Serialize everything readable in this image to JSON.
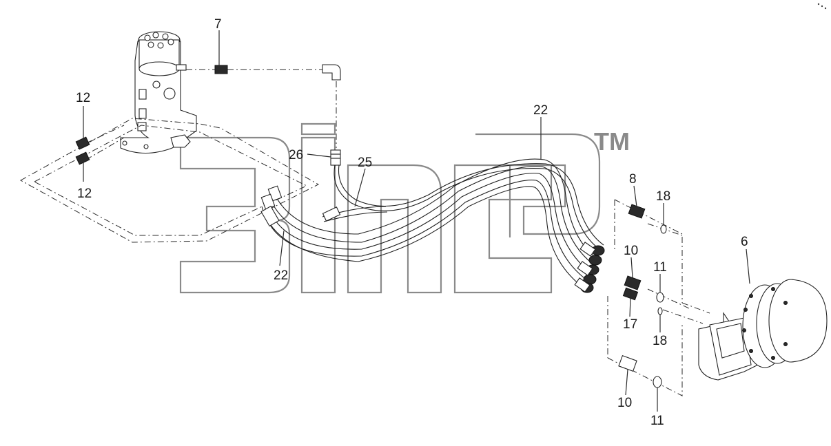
{
  "watermark": {
    "text": "3ifrp",
    "trademark": "TM"
  },
  "callouts": [
    {
      "id": "c7",
      "label": "7"
    },
    {
      "id": "c12a",
      "label": "12"
    },
    {
      "id": "c12b",
      "label": "12"
    },
    {
      "id": "c26",
      "label": "26"
    },
    {
      "id": "c25",
      "label": "25"
    },
    {
      "id": "c22a",
      "label": "22"
    },
    {
      "id": "c22b",
      "label": "22"
    },
    {
      "id": "c8",
      "label": "8"
    },
    {
      "id": "c18a",
      "label": "18"
    },
    {
      "id": "c6",
      "label": "6"
    },
    {
      "id": "c10a",
      "label": "10"
    },
    {
      "id": "c11a",
      "label": "11"
    },
    {
      "id": "c17",
      "label": "17"
    },
    {
      "id": "c18b",
      "label": "18"
    },
    {
      "id": "c10b",
      "label": "10"
    },
    {
      "id": "c11b",
      "label": "11"
    }
  ]
}
